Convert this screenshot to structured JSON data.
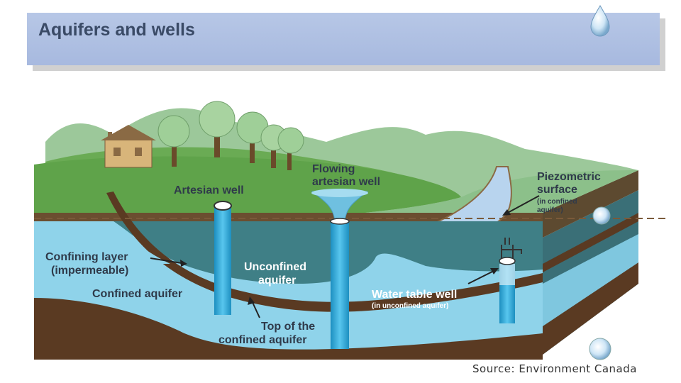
{
  "title": "Aquifers and wells",
  "labels": {
    "artesian_well": "Artesian well",
    "flowing_artesian_well": [
      "Flowing",
      "artesian well"
    ],
    "piezometric_surface": [
      "Piezometric",
      "surface"
    ],
    "piezometric_note": [
      "(in confined",
      "aquifer)"
    ],
    "confining_layer": [
      "Confining layer",
      "(impermeable)"
    ],
    "unconfined_aquifer": [
      "Unconfined",
      "aquifer"
    ],
    "confined_aquifer": "Confined aquifer",
    "water_table_well": "Water table well",
    "water_table_note": "(in unconfined aquifer)",
    "top_confined": [
      "Top of the",
      "confined aquifer"
    ]
  },
  "source": "Source: Environment Canada",
  "colors": {
    "title_bar": "#a9bade",
    "grass": "#5fa34a",
    "hills": "#8cc08a",
    "soil": "#7a5a3a",
    "confining": "#5a3a22",
    "unconfined_water": "#3f7f86",
    "confined_water": "#8fd3ea",
    "well": "#2aa7d8",
    "stream": "#b8d4ee"
  },
  "icons": [
    "water-drop-icon",
    "bubble-icon",
    "house-icon",
    "tree-icon"
  ]
}
